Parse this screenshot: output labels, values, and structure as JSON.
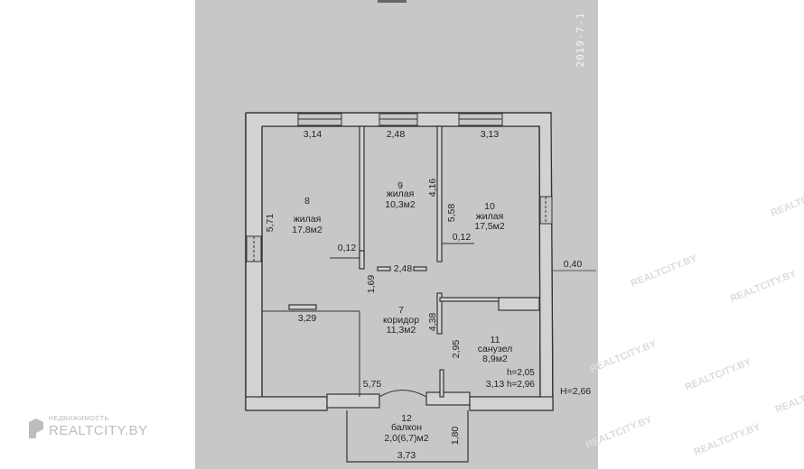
{
  "photo_date": "2019-7-1",
  "watermark": {
    "text": "REALTCITY.BY",
    "brand_small": "НЕДВИЖИМОСТЬ",
    "brand_main": "REALTCITY.BY"
  },
  "rooms": [
    {
      "id": "room-8",
      "number": "8",
      "name": "жилая",
      "area": "17,8м2"
    },
    {
      "id": "room-9",
      "number": "9",
      "name": "жилая",
      "area": "10,3м2"
    },
    {
      "id": "room-10",
      "number": "10",
      "name": "жилая",
      "area": "17,5м2"
    },
    {
      "id": "room-7",
      "number": "7",
      "name": "коридор",
      "area": "11,3м2"
    },
    {
      "id": "room-11",
      "number": "11",
      "name": "санузел",
      "area": "8,9м2"
    },
    {
      "id": "room-12",
      "number": "12",
      "name": "балкон",
      "area": "2,0(6,7)м2"
    }
  ],
  "dimensions": {
    "top_left": "3,14",
    "top_mid": "2,48",
    "top_right": "3,13",
    "left_height": "5,71",
    "room9_height": "4,16",
    "room10_height": "5,58",
    "partition_left": "0,12",
    "partition_right": "0,12",
    "corridor_width": "2,48",
    "corridor_height": "1,69",
    "lower_left_width": "3,29",
    "corridor_mid": "4,38",
    "bath_height": "2,95",
    "bottom_left": "5,75",
    "bath_width": "3,13",
    "outer_wall": "0,40",
    "balcony_depth": "1,80",
    "balcony_width": "3,73"
  },
  "heights": {
    "h1": "h=2,05",
    "h2": "h=2,96",
    "outer": "H=2,66"
  }
}
